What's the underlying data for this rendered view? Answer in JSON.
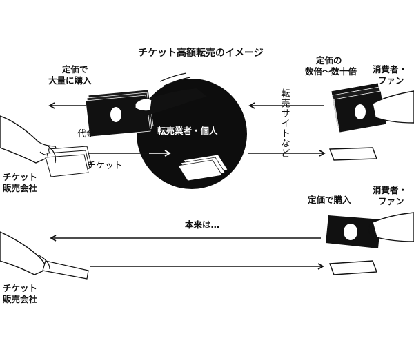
{
  "title": "チケット高額転売のイメージ",
  "reseller": "転売業者・個人",
  "left_top": {
    "bulk_line1": "定価で",
    "bulk_line2": "大量に購入",
    "money": "代金",
    "ticket": "チケット",
    "seller_line1": "チケット",
    "seller_line2": "販売会社"
  },
  "right_top": {
    "price_line1": "定価の",
    "price_line2": "数倍～数十倍",
    "consumer_line1": "消費者・",
    "consumer_line2": "ファン",
    "resale_site": "転売サイトなど"
  },
  "bottom": {
    "normally": "本来は…",
    "buy_at_price": "定価で購入",
    "consumer_line1": "消費者・",
    "consumer_line2": "ファン",
    "seller_line1": "チケット",
    "seller_line2": "販売会社"
  }
}
